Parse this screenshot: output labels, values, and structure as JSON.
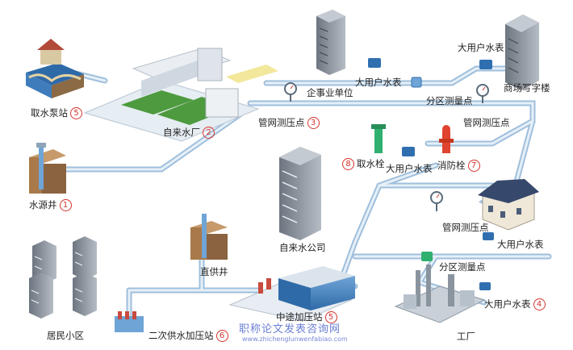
{
  "labels": {
    "intake_station": "取水泵站",
    "intake_num": "5",
    "water_plant": "自来水厂",
    "plant_num": "2",
    "water_well": "水源井",
    "well_num": "1",
    "enterprise": "企事业单位",
    "big_meter_1": "大用户水表",
    "district_point_1": "分区测量点",
    "big_meter_2": "大用户水表",
    "office_building": "商场写字楼",
    "pressure_point_1": "管网测压点",
    "pressure_num": "3",
    "pressure_point_2": "管网测压点",
    "hydrant_fetch": "取水栓",
    "hydrant_fetch_num": "8",
    "big_meter_3": "大用户水表",
    "fire_hydrant": "消防栓",
    "fire_hydrant_num": "7",
    "water_company": "自来水公司",
    "pressure_point_3": "管网测压点",
    "big_meter_4": "大用户水表",
    "district_point_2": "分区测量点",
    "direct_well": "直供井",
    "boost_station": "中途加压站",
    "boost_num": "5",
    "big_meter_5": "大用户水表",
    "big_meter_5_num": "4",
    "factory": "工厂",
    "residential": "居民小区",
    "secondary_boost": "二次供水加压站",
    "secondary_num": "6"
  },
  "watermark": {
    "text": "职称论文发表咨询网",
    "url": "www.zhichenglunwenfabiao.com"
  },
  "colors": {
    "pipe": "#c5d9ea",
    "pipe_edge": "#8fb1d0",
    "accent_red": "#d4332c",
    "gauge_ring": "#5a6b7a",
    "meter_blue": "#2f6fb0",
    "hydrant_green": "#2fb06f",
    "hydrant_red": "#e0432f"
  }
}
